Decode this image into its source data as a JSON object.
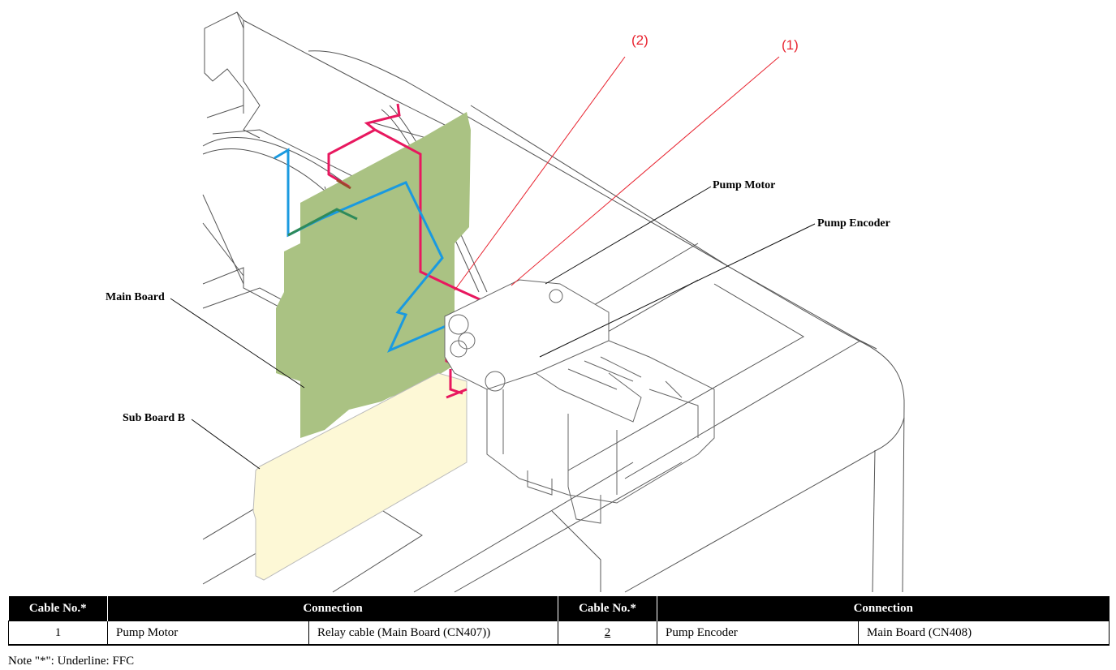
{
  "diagram": {
    "labels": {
      "pump_motor": "Pump Motor",
      "pump_encoder": "Pump Encoder",
      "main_board": "Main Board",
      "sub_board_b": "Sub Board B"
    },
    "cable_markers": {
      "cable_1": "(1)",
      "cable_2": "(2)"
    },
    "colors": {
      "main_board_fill": "#aac283",
      "sub_board_fill": "#fdf8d6",
      "cable_magenta": "#e8185f",
      "cable_blue": "#1a9ae0",
      "leader_red": "#e8232f",
      "cable_green": "#2e8a5a",
      "cable_brown": "#9a4a2a"
    }
  },
  "table": {
    "headers": {
      "cable_no_left": "Cable No.*",
      "connection_left": "Connection",
      "cable_no_right": "Cable No.*",
      "connection_right": "Connection"
    },
    "rows": [
      {
        "left": {
          "cable_no": "1",
          "underlined": false,
          "from": "Pump Motor",
          "to": "Relay cable (Main Board (CN407))"
        },
        "right": {
          "cable_no": "2",
          "underlined": true,
          "from": "Pump Encoder",
          "to": "Main Board (CN408)"
        }
      }
    ]
  },
  "note": "Note \"*\":  Underline: FFC"
}
